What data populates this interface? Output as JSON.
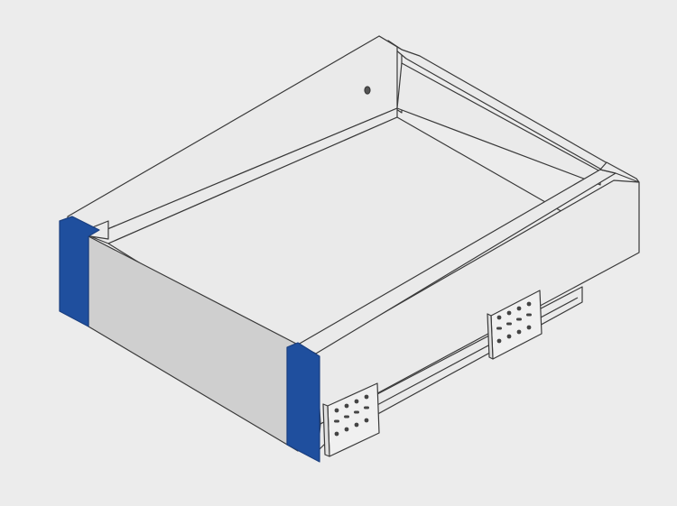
{
  "diagram": {
    "subject": "drawer-box-isometric",
    "parts": [
      "front-panel",
      "front-panel-end-left",
      "front-panel-end-right",
      "side-wall-left",
      "side-wall-right",
      "back-wall",
      "drawer-floor",
      "runner-rail",
      "mounting-bracket-front",
      "mounting-bracket-rear"
    ]
  },
  "colors": {
    "background": "#ececec",
    "outline": "#3a3a3a",
    "panel_fill": "#eaeaea",
    "front_panel": "#cfcfcf",
    "front_panel_ends": "#1f4f9e",
    "bracket_fill": "#f0f0f0"
  }
}
